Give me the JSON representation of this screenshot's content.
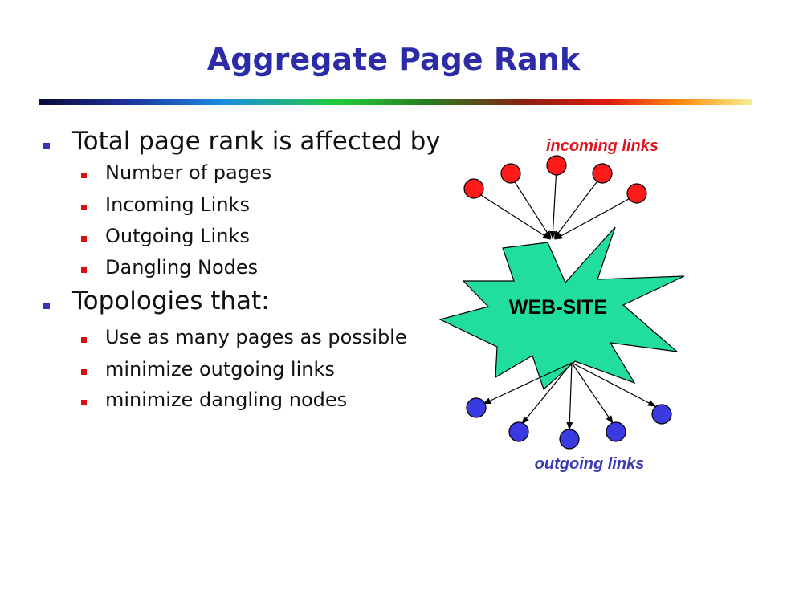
{
  "slide": {
    "title": "Aggregate Page Rank",
    "bullets": [
      {
        "text": "Total page rank is affected by",
        "sub": [
          "Number of pages",
          "Incoming Links",
          "Outgoing Links",
          "Dangling Nodes"
        ]
      },
      {
        "text": "Topologies that:",
        "sub": [
          "Use as many pages as possible",
          "minimize outgoing links",
          "minimize dangling nodes"
        ]
      }
    ]
  },
  "diagram": {
    "incoming_label": "incoming links",
    "outgoing_label": "outgoing links",
    "site_label": "WEB-SITE",
    "colors": {
      "incoming": "#ff1a1a",
      "outgoing": "#3a3ae0",
      "site": "#22dda0",
      "title": "#2c2ca8"
    }
  }
}
